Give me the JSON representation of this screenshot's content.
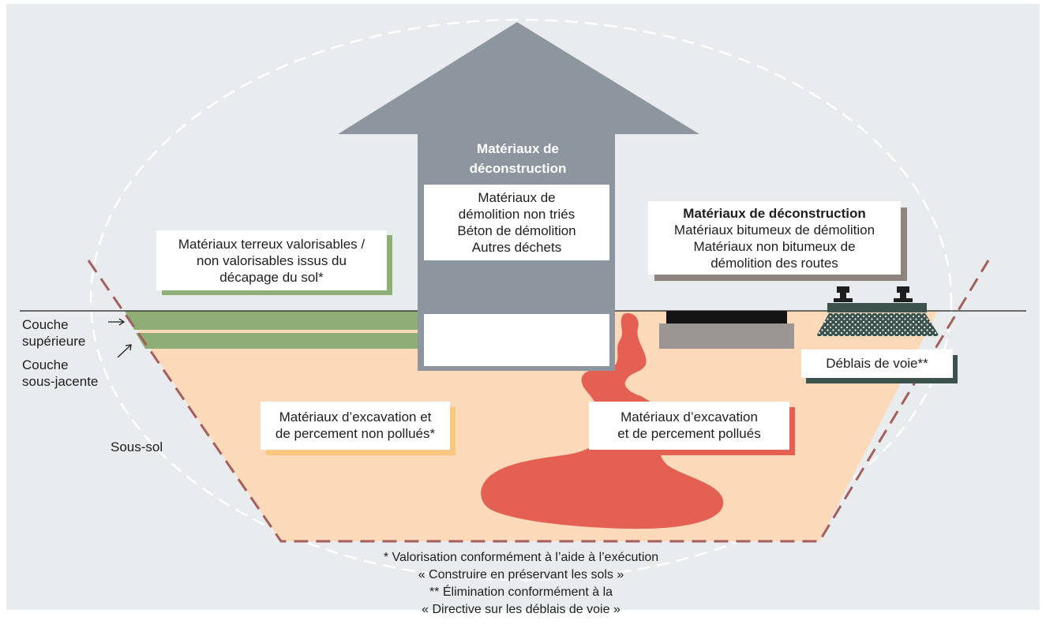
{
  "colors": {
    "background": "#e8ecee",
    "soil": "#fcdab9",
    "soil_border": "#a45e5b",
    "green_layer": "#8fae76",
    "pollution": "#e46052",
    "building_arrow": "#8d969e",
    "asphalt_black": "#141414",
    "road_base": "#9b9693",
    "track_ballast": "#3b524d",
    "label_shadow_green": "#8fae76",
    "label_shadow_grey": "#8d8480",
    "label_shadow_orange": "#f9c77d",
    "label_shadow_red": "#e46052",
    "label_shadow_teal": "#3b524d"
  },
  "building": {
    "title_lines": [
      "Matériaux de",
      "déconstruction"
    ],
    "box_lines": [
      "Matériaux de",
      "démolition non triés",
      "Béton de démolition",
      "Autres déchets"
    ]
  },
  "soil_label": {
    "lines": [
      "Matériaux terreux valorisables /",
      "non valorisables issus du",
      "décapage du sol*"
    ]
  },
  "road_label": {
    "title": "Matériaux de déconstruction",
    "lines": [
      "Matériaux bitumeux de démolition",
      "Matériaux non bitumeux de",
      "démolition des routes"
    ]
  },
  "track_label": {
    "text": "Déblais de voie**"
  },
  "clean_excavation_label": {
    "lines": [
      "Matériaux d’excavation et",
      "de percement non pollués*"
    ]
  },
  "polluted_excavation_label": {
    "lines": [
      "Matériaux d’excavation",
      "et de percement pollués"
    ]
  },
  "layers": {
    "upper_lines": [
      "Couche",
      "supérieure"
    ],
    "lower_lines": [
      "Couche",
      "sous-jacente"
    ],
    "subsoil": "Sous-sol"
  },
  "footnotes": [
    "* Valorisation conformément à l’aide à l’exécution",
    "« Construire en préservant les sols »",
    "** Élimination conformément à la",
    "« Directive sur les déblais de voie »"
  ]
}
